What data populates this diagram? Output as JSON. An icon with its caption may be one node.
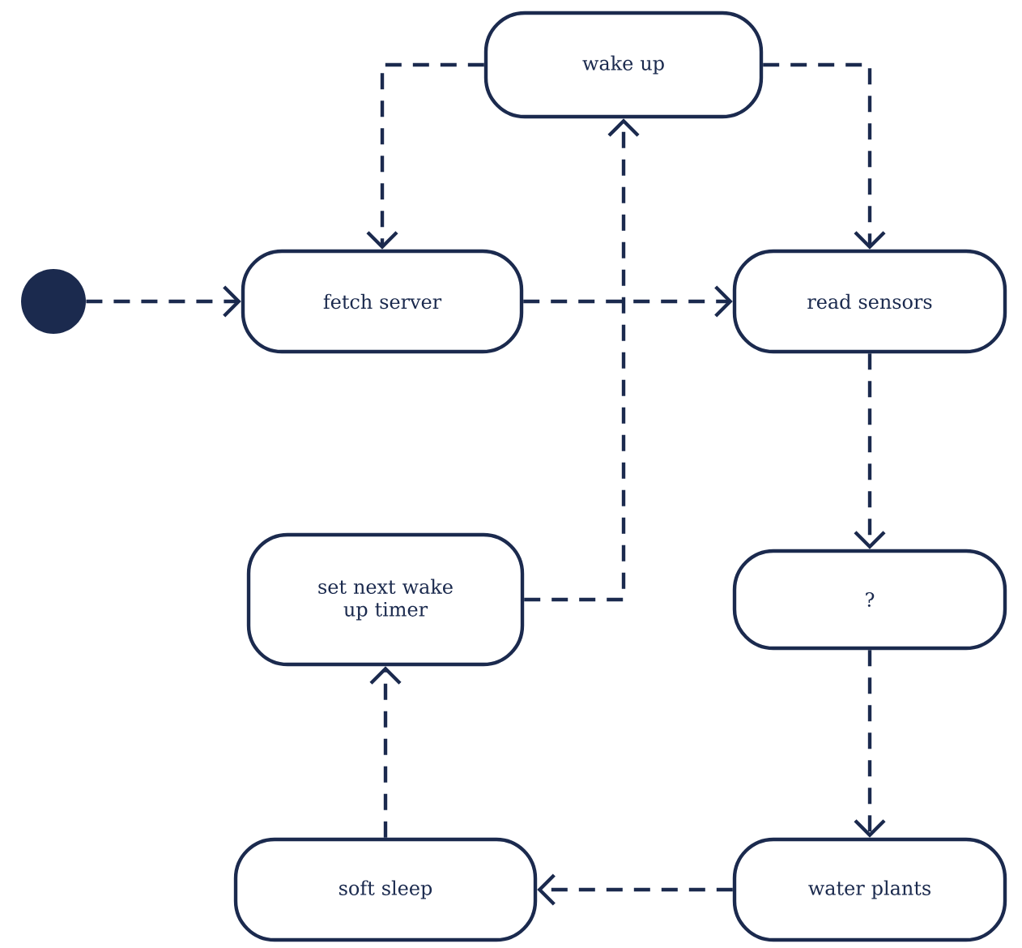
{
  "diagram": {
    "nodes": [
      {
        "text": [
          "wake up"
        ]
      },
      {
        "text": [
          "fetch server"
        ]
      },
      {
        "text": [
          "read sensors"
        ]
      },
      {
        "text": [],
        "shape": "circle"
      },
      {
        "text": [
          "set next wake up timer"
        ]
      },
      {
        "text": [
          "?"
        ]
      },
      {
        "text": [
          "soft sleep"
        ]
      },
      {
        "text": [
          "water plants"
        ]
      }
    ],
    "edges": [
      {
        "from": 0,
        "to": 1,
        "arrow": "to",
        "style": "dashed"
      },
      {
        "from": 0,
        "to": 2,
        "arrow": "to",
        "style": "dashed"
      },
      {
        "from": 3,
        "to": 1,
        "arrow": "to",
        "style": "dashed"
      },
      {
        "from": 1,
        "to": 2,
        "arrow": "to",
        "style": "dashed"
      },
      {
        "from": 2,
        "to": 5,
        "arrow": "to",
        "style": "dashed"
      },
      {
        "from": 5,
        "to": 7,
        "arrow": "to",
        "style": "dashed"
      },
      {
        "from": 7,
        "to": 6,
        "arrow": "to",
        "style": "dashed"
      },
      {
        "from": 6,
        "to": 4,
        "arrow": "to",
        "style": "dashed"
      },
      {
        "from": 4,
        "to": 0,
        "arrow": "to",
        "style": "dashed"
      }
    ]
  }
}
